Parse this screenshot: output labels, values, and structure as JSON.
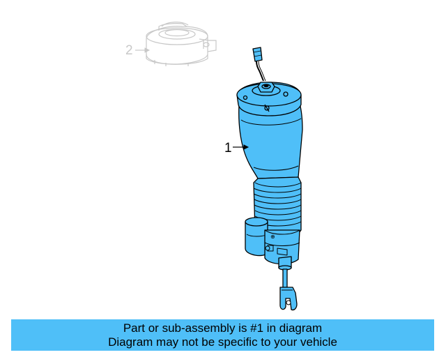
{
  "diagram": {
    "callouts": [
      {
        "label": "1"
      },
      {
        "label": "2"
      }
    ],
    "colors": {
      "part_fill": "#4fbff8",
      "outline": "#000000",
      "faded_outline": "#c8c8c8"
    }
  },
  "banner": {
    "line1": "Part or sub-assembly is #1 in diagram",
    "line2": "Diagram may not be specific to your vehicle",
    "background": "#4fbff8"
  }
}
